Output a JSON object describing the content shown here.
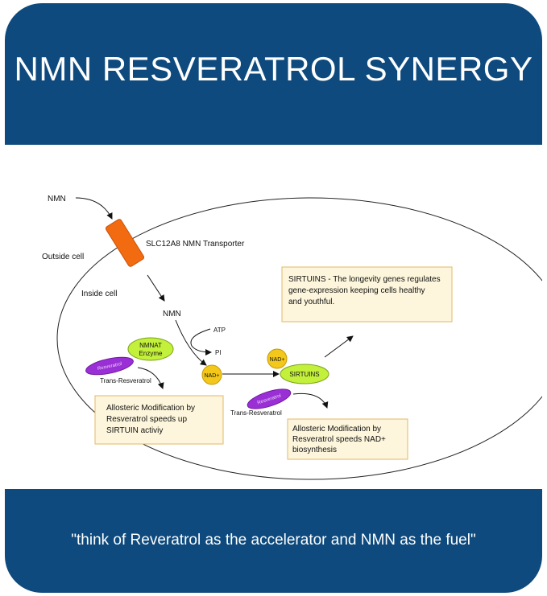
{
  "title": "NMN RESVERATROL SYNERGY",
  "quote": "\"think of Reveratrol as the accelerator and NMN as the fuel\"",
  "colors": {
    "frame_blue": "#0e4a7d",
    "transporter_orange": "#f26b10",
    "enzyme_green": "#c3f03a",
    "resveratrol_purple": "#9b2fd6",
    "nad_yellow": "#f3c81a",
    "note_fill": "#fdf6dc",
    "note_border": "#e3b866"
  },
  "icons": {
    "transporter": "orange-transporter-shape",
    "resveratrol": "purple-resveratrol-ellipse",
    "enzyme": "green-enzyme-ellipse",
    "nad": "yellow-nad-circle"
  },
  "diagram": {
    "nmn_outside": "NMN",
    "outside_cell": "Outside cell",
    "inside_cell": "Inside cell",
    "transporter_label": "SLC12A8 NMN Transporter",
    "nmn_inside": "NMN",
    "atp": "ATP",
    "pi": "PI",
    "enzyme_line1": "NMNAT",
    "enzyme_line2": "Enzyme",
    "resveratrol_shape_text": "Resveratrol",
    "trans_resveratrol_left": "Trans-Resveratrol",
    "trans_resveratrol_right": "Trans-Resveratrol",
    "nad_left": "NAD+",
    "nad_top": "NAD+",
    "sirtuins_shape": "SIRTUINS",
    "note_sirtuins": [
      "SIRTUINS - The longevity genes regulates",
      "gene-expression keeping cells healthy",
      "and youthful."
    ],
    "note_left": [
      "Allosteric Modification by",
      "Resveratrol speeds up",
      "SIRTUIN activiy"
    ],
    "note_right": [
      "Allosteric Modification by",
      "Resveratrol speeds NAD+",
      "biosynthesis"
    ]
  }
}
